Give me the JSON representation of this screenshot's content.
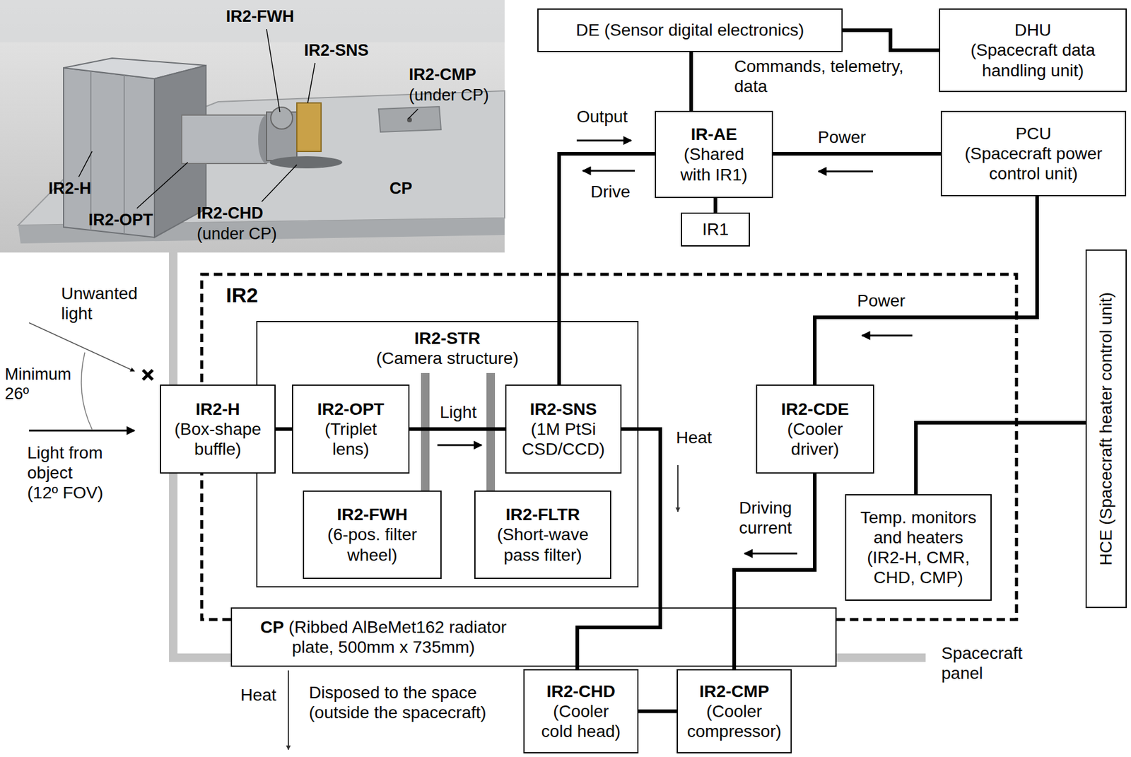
{
  "diagram": {
    "nodes": [
      {
        "text": [
          "DE (Sensor digital electronics)"
        ]
      },
      {
        "text": [
          "DHU",
          "(Spacecraft data handling unit)"
        ]
      },
      {
        "text": [
          "IR-AE",
          "(Shared with IR1)"
        ]
      },
      {
        "text": [
          "IR1"
        ]
      },
      {
        "text": [
          "PCU",
          "(Spacecraft power control unit)"
        ]
      },
      {
        "text": [
          "HCE (Spacecraft heater control unit)"
        ]
      },
      {
        "text": [
          "IR2"
        ]
      },
      {
        "text": [
          "IR2-H",
          "(Box-shape buffle)"
        ],
        "in": 6
      },
      {
        "text": [
          "IR2-STR",
          "(Camera structure)"
        ],
        "in": 6
      },
      {
        "text": [
          "IR2-OPT",
          "(Triplet lens)"
        ],
        "in": 8
      },
      {
        "text": [
          "IR2-SNS",
          "(1M PtSi CSD/CCD)"
        ],
        "in": 8
      },
      {
        "text": [
          "IR2-FWH",
          "(6-pos. filter wheel)"
        ],
        "in": 8
      },
      {
        "text": [
          "IR2-FLTR",
          "(Short-wave pass filter)"
        ],
        "in": 8
      },
      {
        "text": [
          "IR2-CDE",
          "(Cooler driver)"
        ],
        "in": 6
      },
      {
        "text": [
          "Temp. monitors and heaters (IR2-H, CMR, CHD, CMP)"
        ],
        "in": 6
      },
      {
        "text": [
          "CP",
          "(Ribbed AlBeMet162 radiator plate, 500mm x 735mm)"
        ]
      },
      {
        "text": [
          "IR2-CHD",
          "(Cooler cold head)"
        ]
      },
      {
        "text": [
          "IR2-CMP",
          "(Cooler compressor)"
        ]
      }
    ],
    "edges": [
      {
        "from": 0,
        "to": 1,
        "arrow": "none"
      },
      {
        "from": 0,
        "to": 2,
        "label": "Commands, telemetry, data",
        "arrow": "none"
      },
      {
        "from": 2,
        "to": 3,
        "arrow": "none"
      },
      {
        "from": 4,
        "to": 2,
        "label": "Power",
        "arrow": "none"
      },
      {
        "from": 2,
        "to": 10,
        "arrow": "none"
      },
      {
        "from": 4,
        "to": 13,
        "label": "Power",
        "arrow": "none"
      },
      {
        "from": 13,
        "to": 17,
        "label": "Driving current",
        "arrow": "none"
      },
      {
        "from": 5,
        "to": 14,
        "arrow": "none"
      },
      {
        "from": 7,
        "to": 9,
        "arrow": "none"
      },
      {
        "from": 9,
        "to": 10,
        "label": "Light",
        "arrow": "none"
      },
      {
        "from": 10,
        "to": 16,
        "arrow": "none"
      },
      {
        "from": 16,
        "to": 17,
        "arrow": "none"
      }
    ],
    "labels": [
      "IR2-FWH",
      "IR2-SNS",
      "IR2-CMP",
      "(under CP)",
      "IR2-H",
      "IR2-OPT",
      "IR2-CHD",
      "(under CP)",
      "CP",
      "Output",
      "Drive",
      "Unwanted light",
      "Minimum 26º",
      "Light from object (12º FOV)",
      "Heat",
      "Heat",
      "Disposed to the space (outside the spacecraft)",
      "Spacecraft panel"
    ]
  }
}
